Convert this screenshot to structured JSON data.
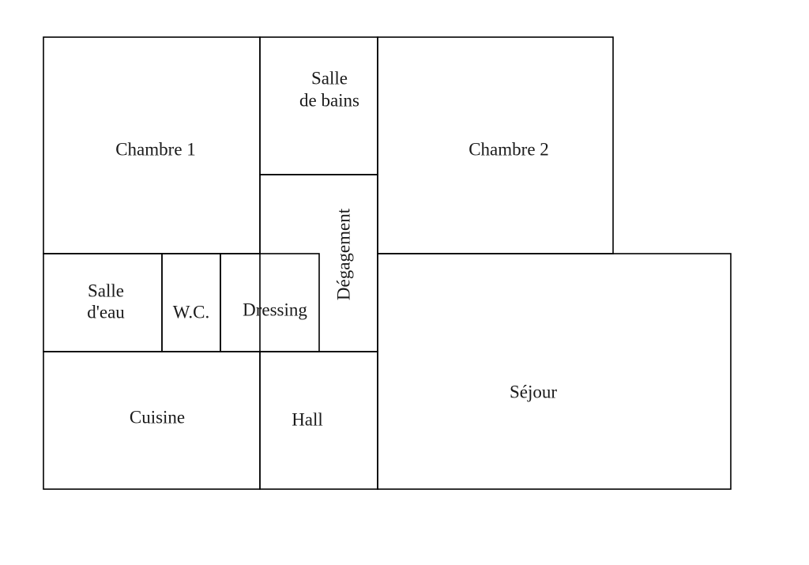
{
  "plan": {
    "rooms": {
      "chambre1": "Chambre 1",
      "salle_de_bains_line1": "Salle",
      "salle_de_bains_line2": "de bains",
      "chambre2": "Chambre 2",
      "degagement": "Dégagement",
      "salle_deau_line1": "Salle",
      "salle_deau_line2": "d'eau",
      "wc": "W.C.",
      "dressing": "Dressing",
      "cuisine": "Cuisine",
      "hall": "Hall",
      "sejour": "Séjour"
    },
    "colors": {
      "walls": "#000000",
      "text": "#1a1a1a",
      "background": "#ffffff"
    }
  }
}
